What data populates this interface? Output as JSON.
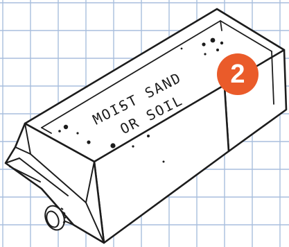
{
  "illustration": {
    "label_line1": "MOIST SAND",
    "label_line2": "OR SOIL",
    "step_number": "2",
    "colors": {
      "paper": "#ffffff",
      "grid": "#a8bedd",
      "ink": "#1c1c1c",
      "badge": "#ea5b2a",
      "badge_text": "#ffffff"
    },
    "icons": [
      "carton-sketch",
      "bottle-cap-icon"
    ]
  }
}
